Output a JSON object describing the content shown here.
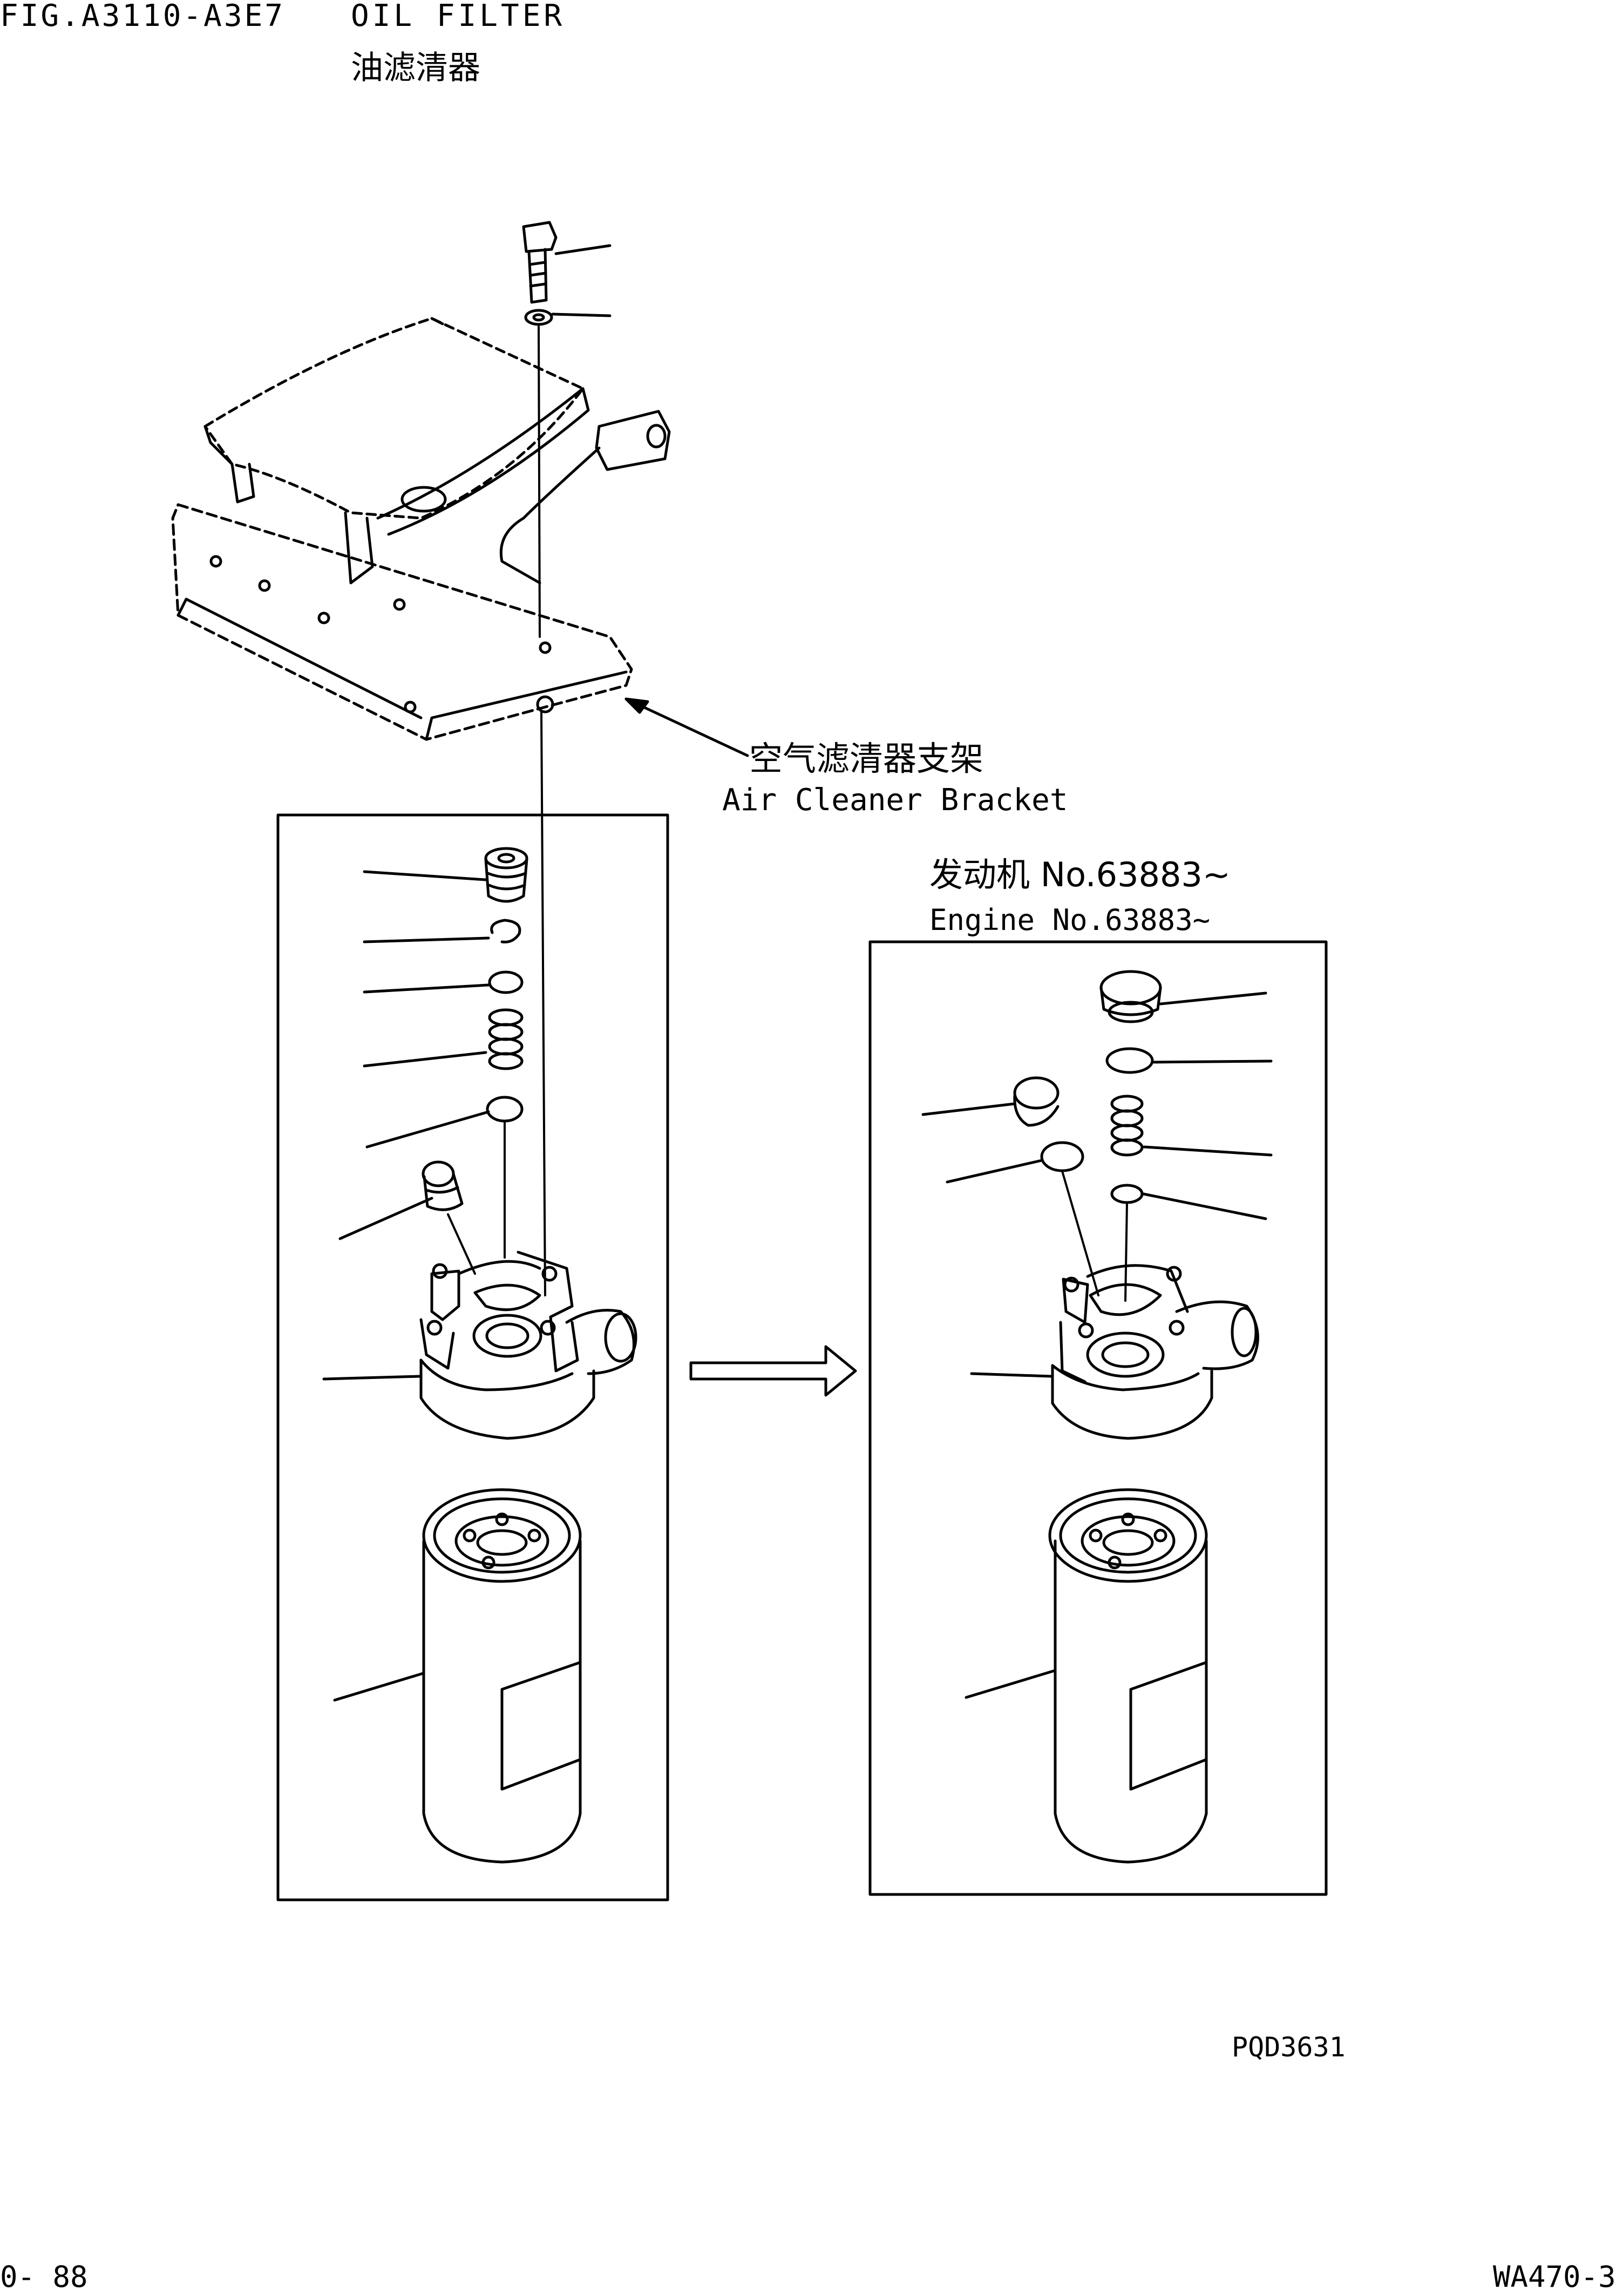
{
  "header": {
    "figure_code": "FIG.A3110-A3E7",
    "title_en": "OIL FILTER",
    "title_zh": "油滤清器"
  },
  "callouts": {
    "bracket_zh": "空气滤清器支架",
    "bracket_en": "Air Cleaner Bracket",
    "engine_zh": "发动机 No.63883~",
    "engine_en": "Engine No.63883~"
  },
  "footer": {
    "drawing_number": "PQD3631",
    "page_number": "0- 88",
    "model": "WA470-3"
  }
}
